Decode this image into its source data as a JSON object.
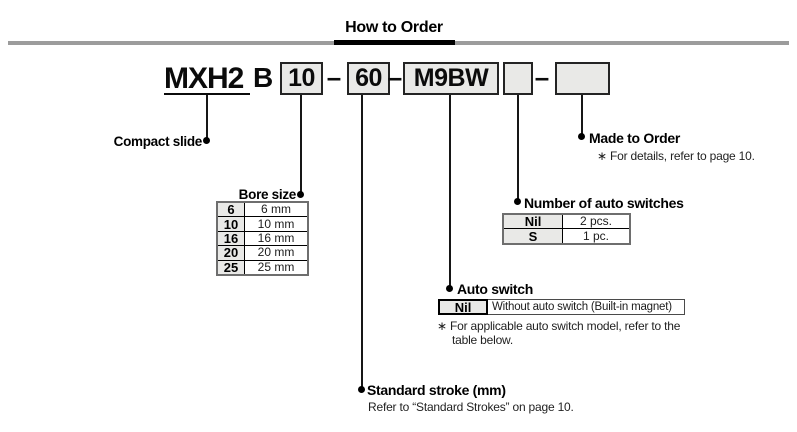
{
  "page": {
    "title": "How to Order"
  },
  "model": {
    "series": "MXH2",
    "type": "B",
    "bore": "10",
    "stroke": "60",
    "auto_switch": "M9BW",
    "switch_qty": "",
    "made_to_order": "",
    "separator": "–"
  },
  "callouts": {
    "compact_slide": {
      "label": "Compact slide"
    },
    "bore_size": {
      "label": "Bore size",
      "table": {
        "rows": [
          {
            "code": "6",
            "desc": "6 mm"
          },
          {
            "code": "10",
            "desc": "10 mm"
          },
          {
            "code": "16",
            "desc": "16 mm"
          },
          {
            "code": "20",
            "desc": "20 mm"
          },
          {
            "code": "25",
            "desc": "25 mm"
          }
        ]
      }
    },
    "standard_stroke": {
      "label": "Standard stroke (mm)",
      "note": "Refer to “Standard Strokes” on page 10."
    },
    "auto_switch": {
      "label": "Auto switch",
      "table": {
        "code": "Nil",
        "desc": "Without auto switch (Built-in magnet)"
      },
      "note_line1": "∗  For applicable auto switch model, refer to the",
      "note_line2": "table below."
    },
    "switch_qty": {
      "label": "Number of auto switches",
      "table": {
        "rows": [
          {
            "code": "Nil",
            "desc": "2 pcs."
          },
          {
            "code": "S",
            "desc": "1 pc."
          }
        ]
      }
    },
    "made_to_order": {
      "label": "Made to Order",
      "note": "∗  For details, refer to page 10."
    }
  },
  "colors": {
    "box_fill": "#e9e9e7",
    "rule_gray": "#9c9c9c",
    "line_black": "#000000"
  }
}
